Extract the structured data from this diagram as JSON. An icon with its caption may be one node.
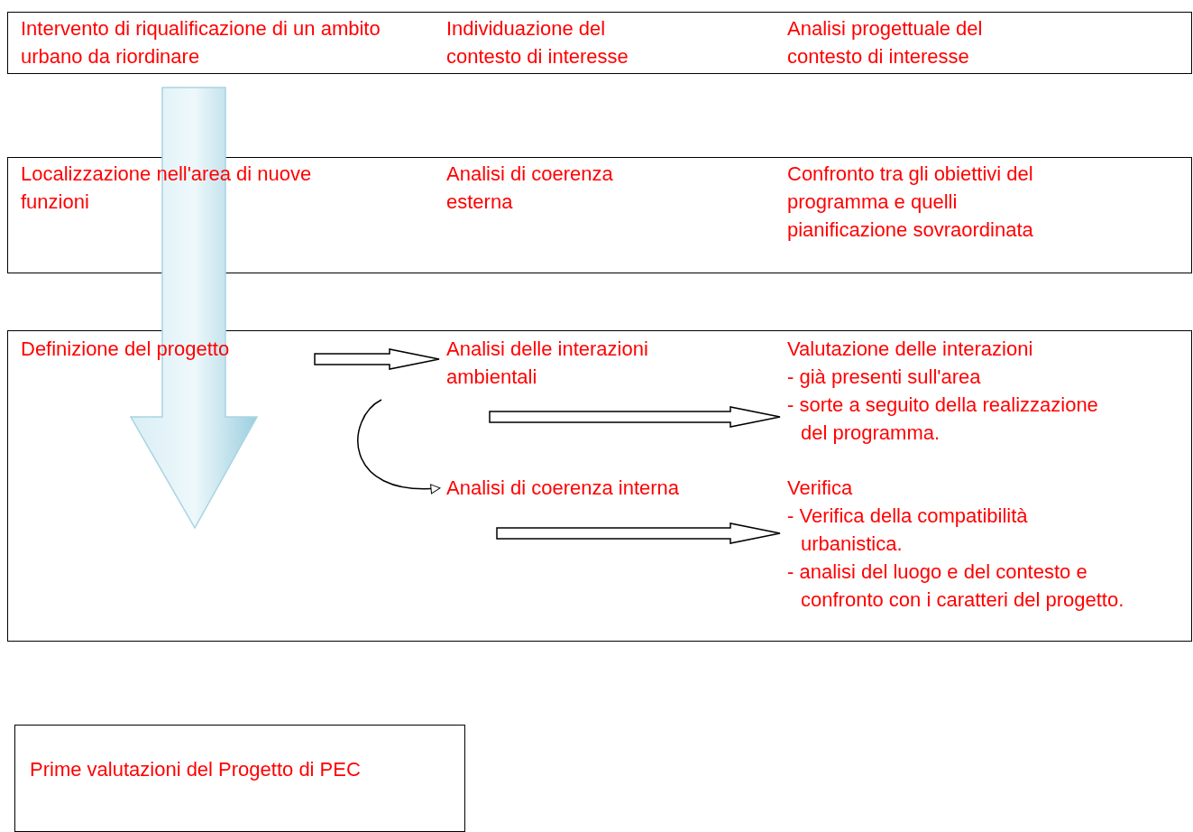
{
  "diagram": {
    "nodes": [
      {
        "text": [],
        "shape": "box"
      },
      {
        "text": [
          "Intervento di riqualificazione di un ambito urbano da riordinare"
        ],
        "in": 0
      },
      {
        "text": [
          "Individuazione del contesto di interesse"
        ],
        "in": 0
      },
      {
        "text": [
          "Analisi progettuale del contesto di interesse"
        ],
        "in": 0
      },
      {
        "text": [],
        "shape": "box"
      },
      {
        "text": [
          "Localizzazione nell'area di nuove funzioni"
        ],
        "in": 4
      },
      {
        "text": [
          "Analisi di coerenza esterna"
        ],
        "in": 4
      },
      {
        "text": [
          "Confronto tra gli obiettivi del programma e quelli pianificazione sovraordinata"
        ],
        "in": 4
      },
      {
        "text": [],
        "shape": "box"
      },
      {
        "text": [
          "Definizione del progetto"
        ],
        "in": 8
      },
      {
        "text": [
          "Analisi delle interazioni ambientali"
        ],
        "in": 8
      },
      {
        "text": [
          "Valutazione delle interazioni",
          "- già presenti sull'area",
          "- sorte a seguito della realizzazione del programma."
        ],
        "in": 8
      },
      {
        "text": [
          "Analisi di coerenza interna"
        ],
        "in": 8
      },
      {
        "text": [
          "Verifica",
          "- Verifica della compatibilità urbanistica.",
          "- analisi del luogo e del contesto e confronto con i caratteri del progetto."
        ],
        "in": 8
      },
      {
        "text": [
          "Prime valutazioni del Progetto di PEC"
        ]
      }
    ],
    "edges": [
      {
        "from": 9,
        "to": 10,
        "arrow": "to"
      },
      {
        "from": 10,
        "to": 11,
        "arrow": "to"
      },
      {
        "from": 10,
        "to": 12,
        "arrow": "to"
      },
      {
        "from": 12,
        "to": 13,
        "arrow": "to"
      }
    ]
  }
}
